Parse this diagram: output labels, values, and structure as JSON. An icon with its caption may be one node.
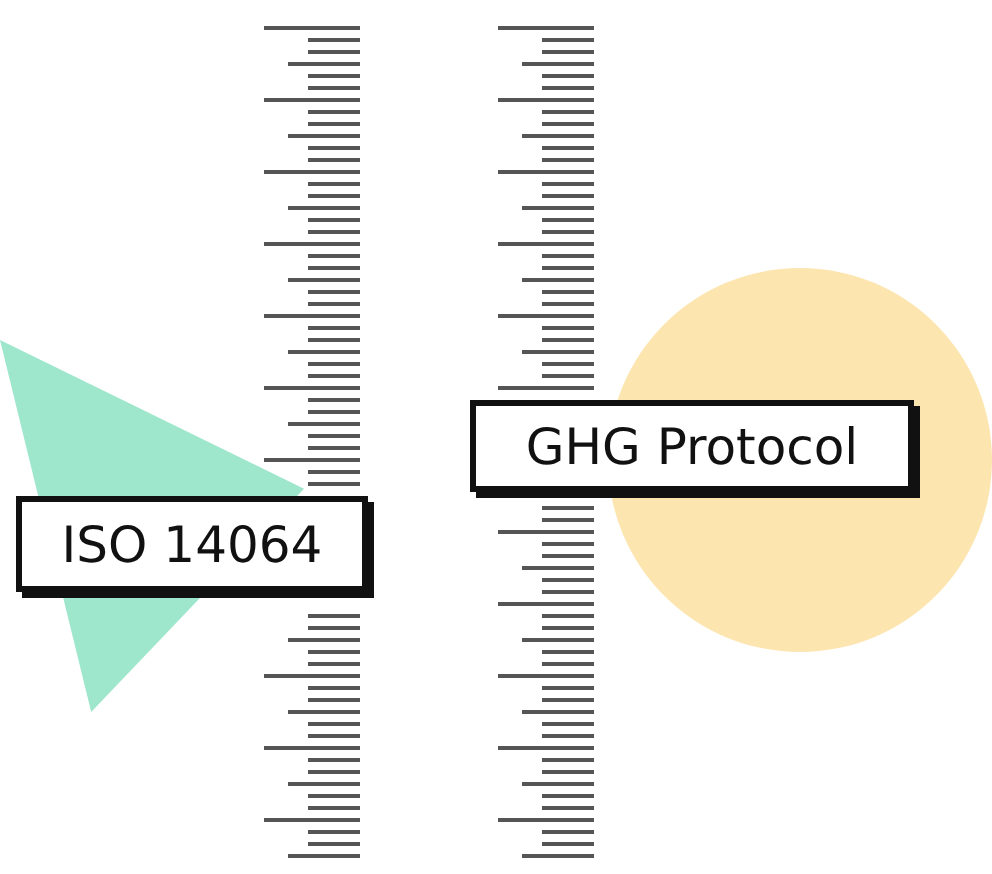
{
  "diagram": {
    "nodes": [
      {
        "text": [
          "ISO 14064"
        ]
      },
      {
        "text": [
          "GHG Protocol"
        ]
      },
      {
        "text": [],
        "shape": "triangle"
      },
      {
        "text": [],
        "shape": "circle"
      }
    ]
  }
}
